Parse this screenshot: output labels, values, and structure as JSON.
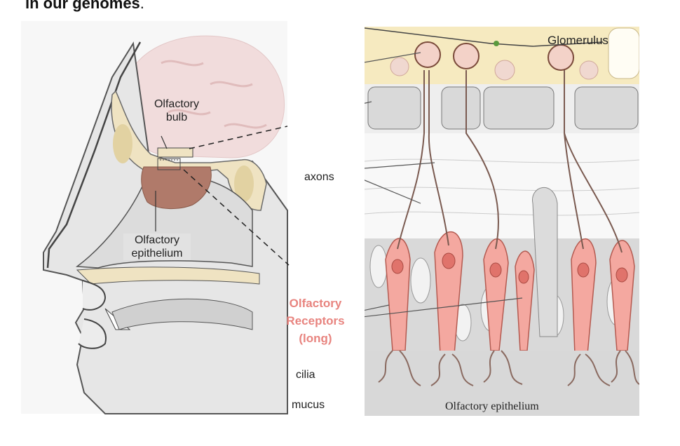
{
  "heading": {
    "bold_text": "in our genomes",
    "tail": "."
  },
  "left_figure": {
    "labels": {
      "bulb": [
        "Olfactory",
        "bulb"
      ],
      "epithelium": [
        "Olfactory",
        "epithelium"
      ]
    }
  },
  "right_figure": {
    "labels": {
      "glomerulus": "Glomerulus",
      "axons": "axons",
      "receptors": [
        "Olfactory",
        "Receptors",
        "(long)"
      ],
      "cilia": "cilia",
      "mucus": "mucus",
      "epithelium_caption": "Olfactory epithelium"
    }
  },
  "colors": {
    "receptor_label": "#e8847f",
    "bone": "#efe3c2",
    "epithelium_patch": "#b07a6a",
    "brain": "#f1dcdc",
    "receptor_cell": "#f4a8a0",
    "nucleus": "#e0736b"
  }
}
